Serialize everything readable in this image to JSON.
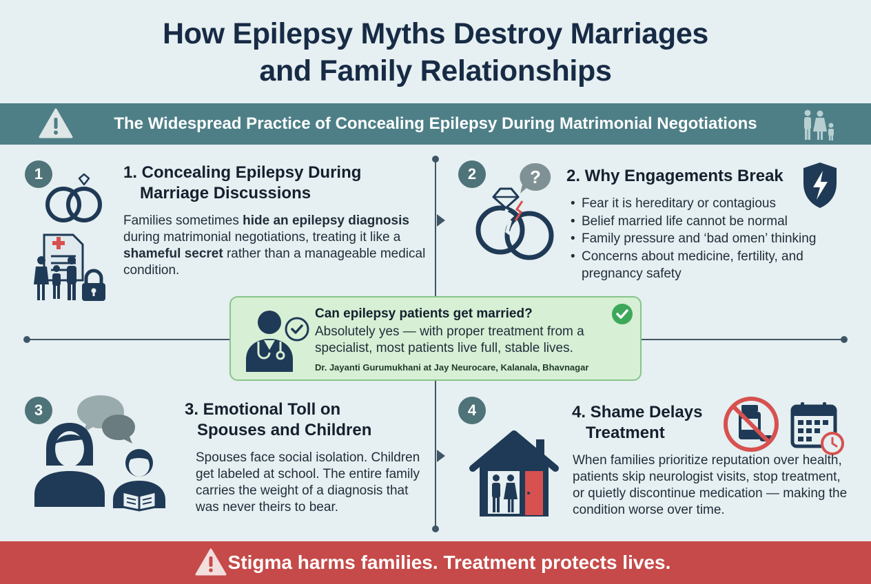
{
  "title": {
    "line1": "How Epilepsy Myths Destroy Marriages",
    "line2": "and Family Relationships"
  },
  "banner": {
    "text": "The Widespread Practice of Concealing Epilepsy During Matrimonial Negotiations"
  },
  "sections": [
    {
      "number": "1",
      "title_line1": "1. Concealing Epilepsy During",
      "title_line2": "Marriage Discussions",
      "body": {
        "p1": "Families sometimes ",
        "b1": "hide an epilepsy diagnosis",
        "p2": " during matrimonial negotiations, treating it like a ",
        "b2": "shameful secret",
        "p3": " rather than a manageable medical condition."
      }
    },
    {
      "number": "2",
      "title": "2. Why Engagements Break",
      "bullets": [
        "Fear it is hereditary or contagious",
        "Belief married life cannot be normal",
        "Family pressure and ‘bad omen’ thinking",
        "Concerns about medicine, fertility, and pregnancy safety"
      ]
    },
    {
      "number": "3",
      "title_line1": "3. Emotional Toll on",
      "title_line2": "Spouses and Children",
      "body": "Spouses face social isolation. Children get labeled at school. The entire family carries the weight of a diagnosis that was never theirs to bear."
    },
    {
      "number": "4",
      "title_line1": "4. Shame Delays",
      "title_line2": "Treatment",
      "body": "When families prioritize reputation over health, patients skip neurologist visits, stop treatment, or quietly discontinue medication — making the condition worse over time."
    }
  ],
  "callout": {
    "question": "Can epilepsy patients get married?",
    "answer": "Absolutely yes — with proper treatment from a specialist, most patients live full, stable lives.",
    "citation": "Dr. Jayanti Gurumukhani at Jay Neurocare, Kalanala, Bhavnagar"
  },
  "footer": {
    "text": "Stigma harms families. Treatment protects lives."
  },
  "icons": {
    "banner_left": "warning-icon",
    "banner_right": "family-icon",
    "sec1": [
      "wedding-rings-icon",
      "medical-record-icon",
      "family-icon",
      "padlock-icon"
    ],
    "sec2": [
      "broken-ring-icon",
      "question-bubble-icon",
      "shield-lightning-icon"
    ],
    "callout": [
      "doctor-icon",
      "check-icon"
    ],
    "sec3": [
      "mother-icon",
      "child-reading-icon",
      "speech-bubbles-icon"
    ],
    "sec4": [
      "house-icon",
      "no-medicine-icon",
      "calendar-clock-icon"
    ],
    "footer": "warning-icon"
  },
  "colors": {
    "navy": "#1f3a56",
    "teal_banner": "#4e7f87",
    "green_callout": "#d7efd4",
    "red_footer": "#c54a49",
    "accent_red": "#d6514f"
  }
}
